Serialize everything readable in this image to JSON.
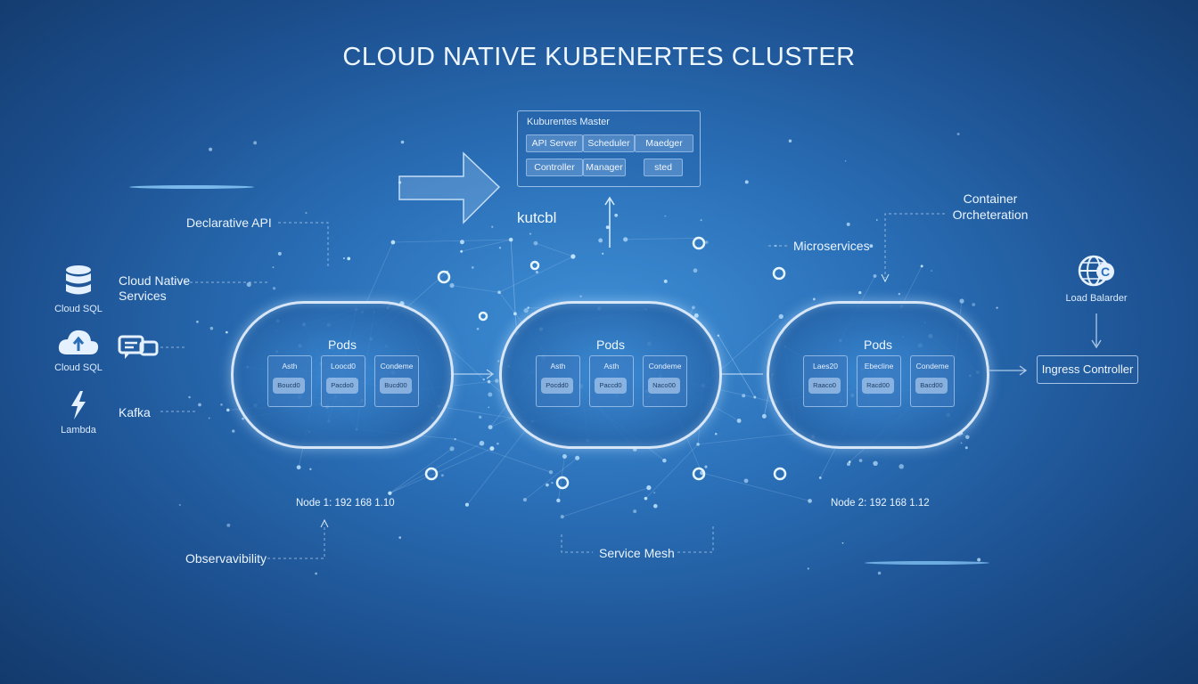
{
  "title": "CLOUD NATIVE KUBENERTES CLUSTER",
  "master": {
    "title": "Kuburentes Master",
    "components": [
      "API Server",
      "Scheduler",
      "Maedger",
      "Controller",
      "Manager",
      "sted"
    ]
  },
  "kubectl": "kutcbl",
  "labels": {
    "declarative_api": "Declarative API",
    "cloud_native_services": "Cloud Native\nServices",
    "kafka": "Kafka",
    "microservices": "Microservices",
    "container_orchestration": "Container\nOrcheteration",
    "observability": "Observavibility",
    "service_mesh": "Service Mesh",
    "node1": "Node 1: 192 168 1.10",
    "node2": "Node 2: 192 168 1.12"
  },
  "left_icons": {
    "cloud_sql_1": "Cloud SQL",
    "cloud_sql_2": "Cloud SQL",
    "lambda": "Lambda"
  },
  "right": {
    "load_balancer": "Load Balarder",
    "ingress": "Ingress Controller"
  },
  "nodes": [
    {
      "title": "Pods",
      "pods": [
        {
          "name": "Asth",
          "chip": "Boucd0"
        },
        {
          "name": "Loocd0",
          "chip": "Pacdo0"
        },
        {
          "name": "Condeme",
          "chip": "Bucd00"
        }
      ]
    },
    {
      "title": "Pods",
      "pods": [
        {
          "name": "Asth",
          "chip": "Pocdd0"
        },
        {
          "name": "Asth",
          "chip": "Paccd0"
        },
        {
          "name": "Condeme",
          "chip": "Naco00"
        }
      ]
    },
    {
      "title": "Pods",
      "pods": [
        {
          "name": "Laes20",
          "chip": "Raaco0"
        },
        {
          "name": "Ebecline",
          "chip": "Racd00"
        },
        {
          "name": "Condeme",
          "chip": "Bacd00"
        }
      ]
    }
  ],
  "colors": {
    "accent": "#9fd4ff",
    "background": "#2a6fb7"
  }
}
